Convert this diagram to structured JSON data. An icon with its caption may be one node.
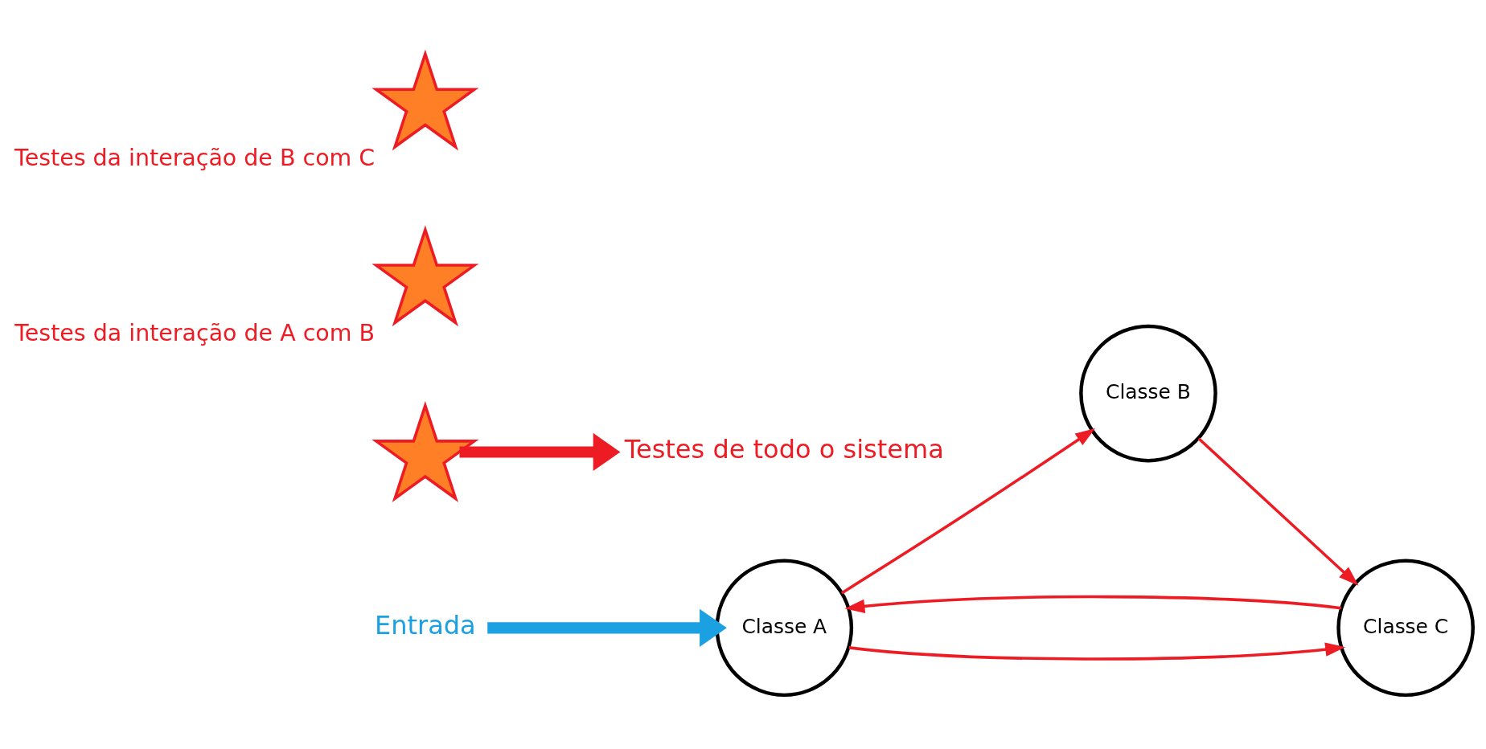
{
  "diagram": {
    "nodes": [
      {
        "text": [
          "Entrada"
        ]
      },
      {
        "text": [
          "Classe A"
        ]
      },
      {
        "text": [
          "Classe B"
        ]
      },
      {
        "text": [
          "Classe C"
        ]
      },
      {
        "text": [],
        "shape": "star"
      },
      {
        "text": [
          "Testes de todo o sistema"
        ]
      },
      {
        "text": [],
        "shape": "star",
        "beside": [
          "Testes da interação de A com B"
        ]
      },
      {
        "text": [],
        "shape": "star",
        "beside": [
          "Testes da interação de B com C"
        ]
      }
    ],
    "edges": [
      {
        "from": 0,
        "to": 1,
        "arrow": "to",
        "style": "thick",
        "color": "#1ba1e2"
      },
      {
        "from": 3,
        "to": 1,
        "arrow": "to"
      },
      {
        "from": 1,
        "to": 3,
        "arrow": "to"
      },
      {
        "from": 1,
        "to": 2,
        "arrow": "to"
      },
      {
        "from": 2,
        "to": 3,
        "arrow": "to"
      },
      {
        "from": 4,
        "to": 5,
        "arrow": "to",
        "style": "thick"
      }
    ]
  }
}
